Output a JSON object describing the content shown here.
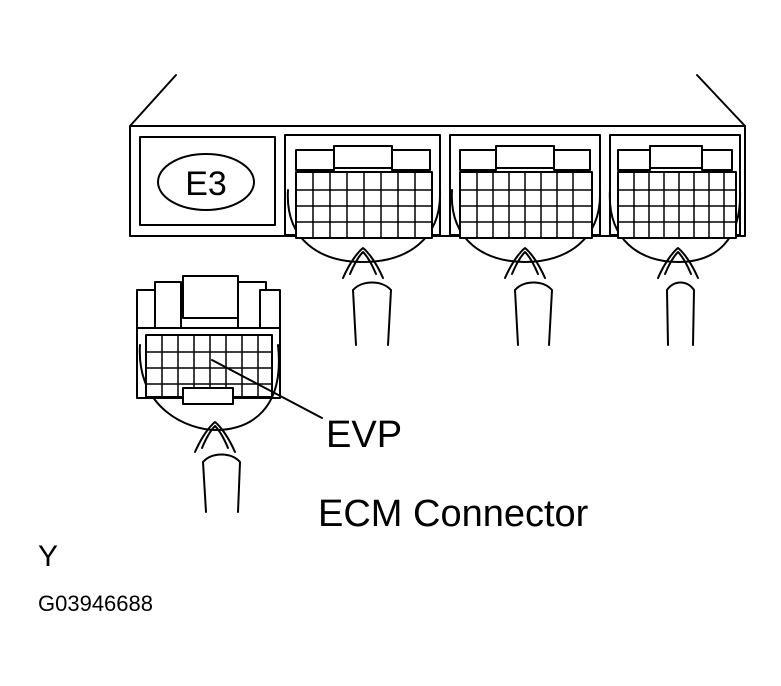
{
  "diagram": {
    "ecu_badge": "E3",
    "pin_label": "EVP",
    "caption": "ECM Connector",
    "corner_letter": "Y",
    "figure_code": "G03946688"
  }
}
